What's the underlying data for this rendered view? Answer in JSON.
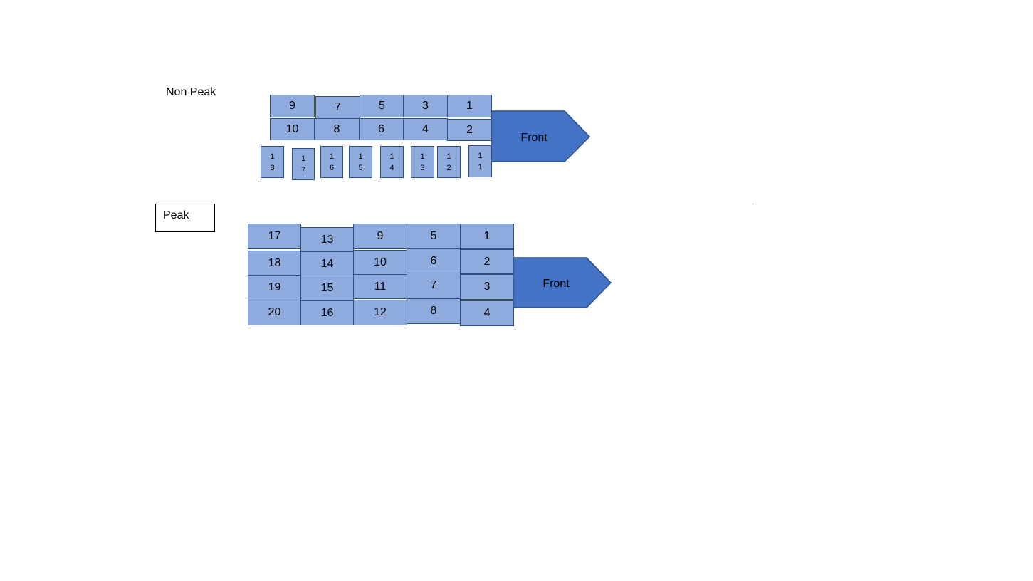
{
  "nonpeak": {
    "title": "Non Peak",
    "front_label": "Front",
    "top_row": [
      "9",
      "7",
      "5",
      "3",
      "1"
    ],
    "bottom_row": [
      "10",
      "8",
      "6",
      "4",
      "2"
    ],
    "small_row": [
      [
        "1",
        "8"
      ],
      [
        "1",
        "7"
      ],
      [
        "1",
        "6"
      ],
      [
        "1",
        "5"
      ],
      [
        "1",
        "4"
      ],
      [
        "1",
        "3"
      ],
      [
        "1",
        "2"
      ],
      [
        "1",
        "1"
      ]
    ]
  },
  "peak": {
    "title": "Peak",
    "front_label": "Front",
    "columns": [
      [
        "17",
        "18",
        "19",
        "20"
      ],
      [
        "13",
        "14",
        "15",
        "16"
      ],
      [
        "9",
        "10",
        "11",
        "12"
      ],
      [
        "5",
        "6",
        "7",
        "8"
      ],
      [
        "1",
        "2",
        "3",
        "4"
      ]
    ]
  },
  "colors": {
    "cell_fill": "#8faadc",
    "cell_border": "#2f4f7f",
    "front_fill": "#4472c4"
  }
}
